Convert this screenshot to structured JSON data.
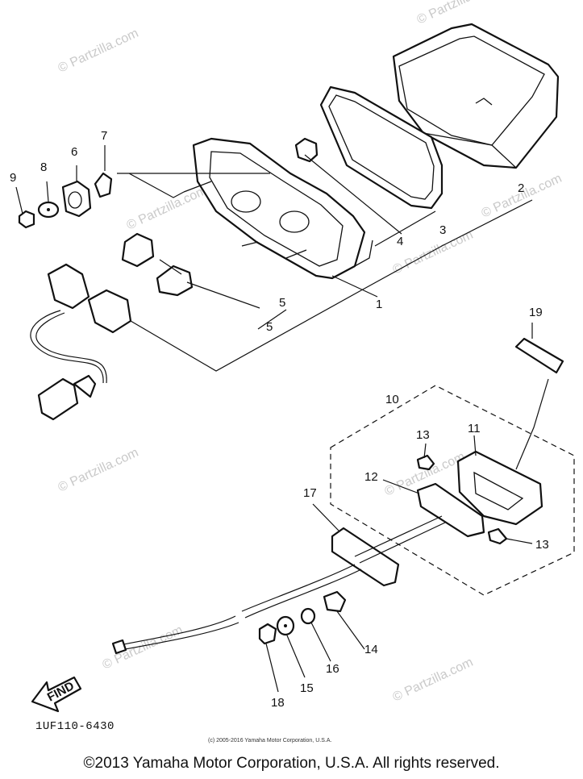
{
  "diagram": {
    "callouts": [
      "1",
      "2",
      "3",
      "4",
      "5",
      "5",
      "6",
      "7",
      "8",
      "9",
      "10",
      "11",
      "12",
      "13",
      "13",
      "14",
      "15",
      "16",
      "17",
      "18",
      "19"
    ],
    "find_label": "FIND",
    "watermark": "© Partzilla.com",
    "diagram_code": "1UF110-6430",
    "credit_small": "(c) 2005-2016 Yamaha Motor Corporation, U.S.A.",
    "copyright": "©2013 Yamaha Motor Corporation, U.S.A. All rights reserved."
  }
}
